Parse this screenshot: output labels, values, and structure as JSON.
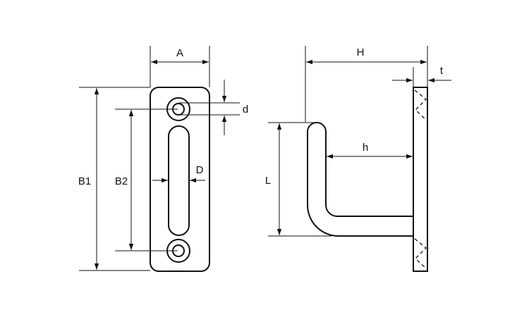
{
  "colors": {
    "line": "#111111",
    "background": "#ffffff"
  },
  "labels": {
    "A": "A",
    "B1": "B1",
    "B2": "B2",
    "d": "d",
    "D": "D",
    "H": "H",
    "h": "h",
    "t": "t",
    "L": "L"
  }
}
